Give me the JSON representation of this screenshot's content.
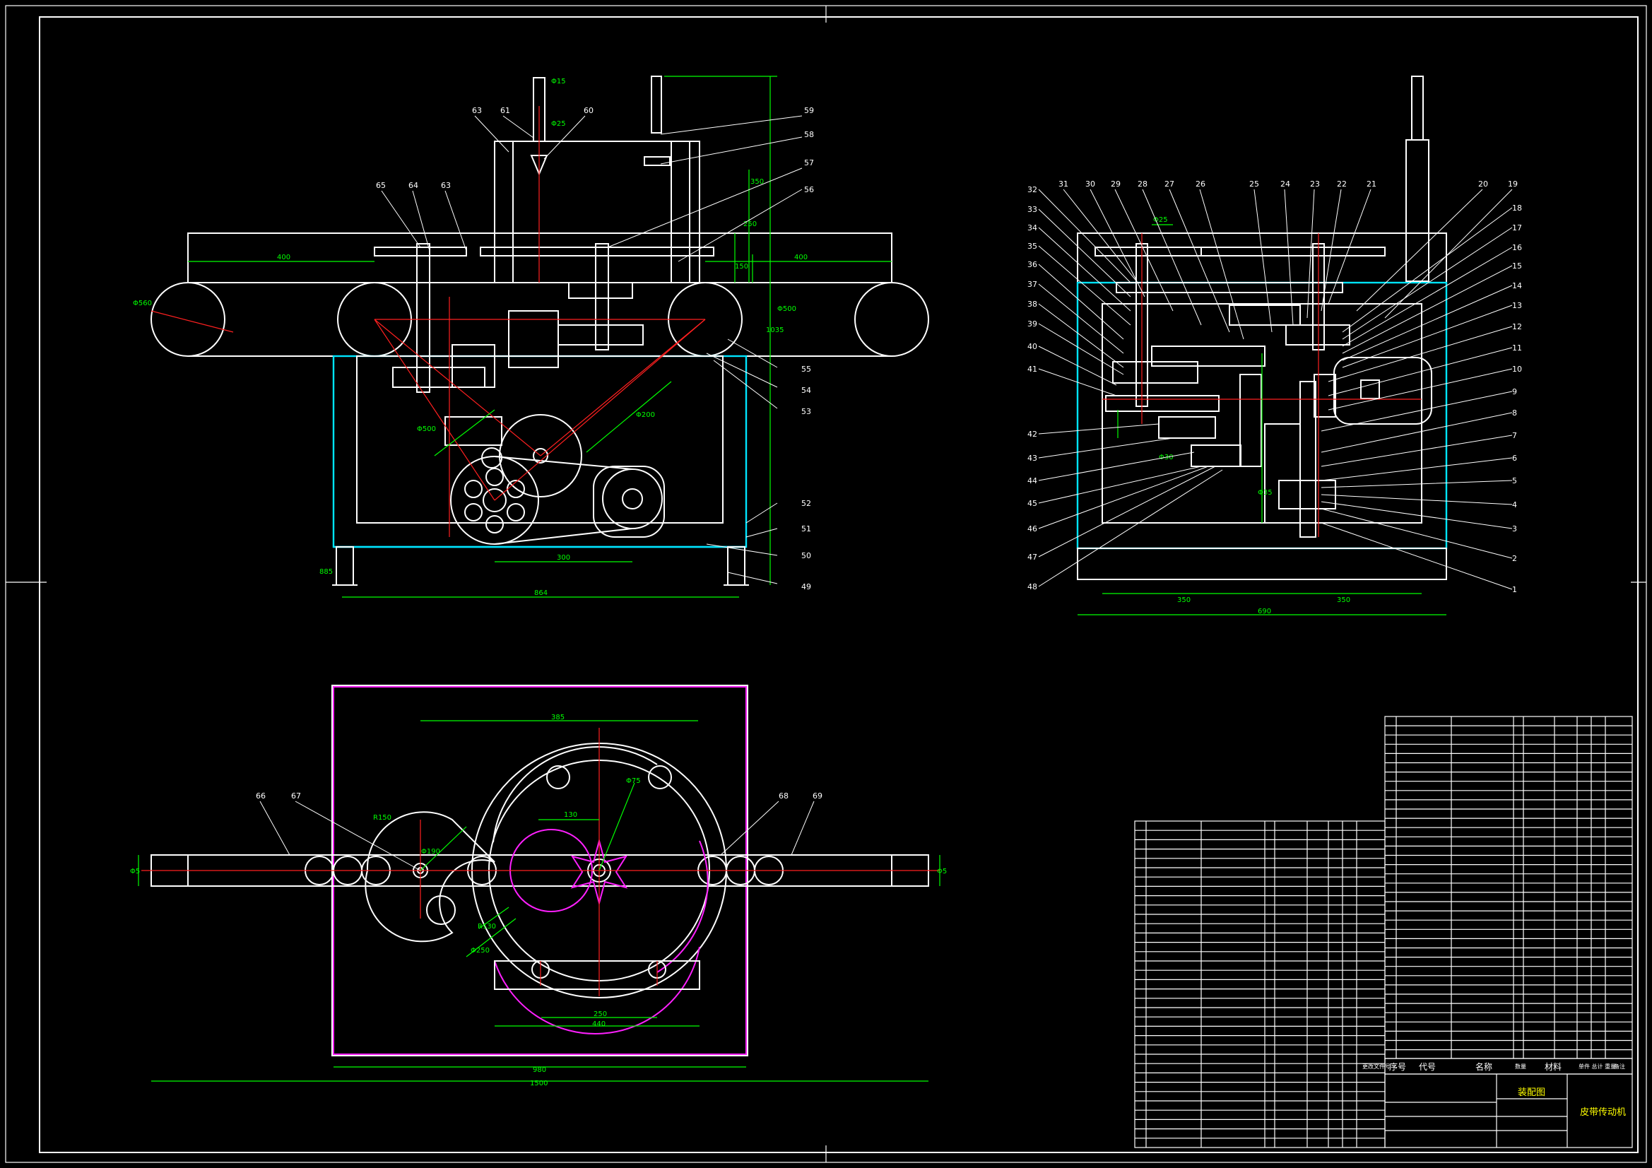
{
  "drawing": {
    "front_view": {
      "labels": [
        "63",
        "61",
        "60",
        "59",
        "58",
        "57",
        "56",
        "65",
        "64",
        "63",
        "55",
        "54",
        "53",
        "52",
        "51",
        "50",
        "49"
      ],
      "dims": [
        "Φ15",
        "Φ25",
        "400",
        "400",
        "Φ560",
        "150",
        "250",
        "350",
        "1035",
        "Φ200",
        "Φ500",
        "Φ500",
        "300",
        "885",
        "864"
      ]
    },
    "side_view": {
      "labels_left": [
        "32",
        "33",
        "34",
        "35",
        "36",
        "37",
        "38",
        "39",
        "40",
        "41",
        "42",
        "43",
        "44",
        "45",
        "46",
        "47",
        "48"
      ],
      "labels_top": [
        "31",
        "30",
        "29",
        "28",
        "27",
        "26",
        "25",
        "24",
        "23",
        "22",
        "21",
        "20",
        "19"
      ],
      "labels_right": [
        "18",
        "17",
        "16",
        "15",
        "14",
        "13",
        "12",
        "11",
        "10",
        "9",
        "8",
        "7",
        "6",
        "5",
        "4",
        "3",
        "2",
        "1"
      ],
      "dims": [
        "350",
        "350",
        "690",
        "Φ25",
        "Φ30",
        "Φ35"
      ]
    },
    "top_view": {
      "labels": [
        "66",
        "67",
        "68",
        "69"
      ],
      "dims": [
        "385",
        "Φ75",
        "130",
        "Φ190",
        "Φ250",
        "250",
        "440",
        "980",
        "1500",
        "Φ5",
        "Φ5",
        "R150",
        "R130"
      ]
    }
  },
  "title_block": {
    "title_left": "装配图",
    "title_right": "皮带传动机",
    "header_cols": [
      "序号",
      "代号",
      "名称",
      "数量",
      "材料",
      "单件 总计 重量",
      "备注"
    ],
    "left_header_note": "更改文件号"
  }
}
